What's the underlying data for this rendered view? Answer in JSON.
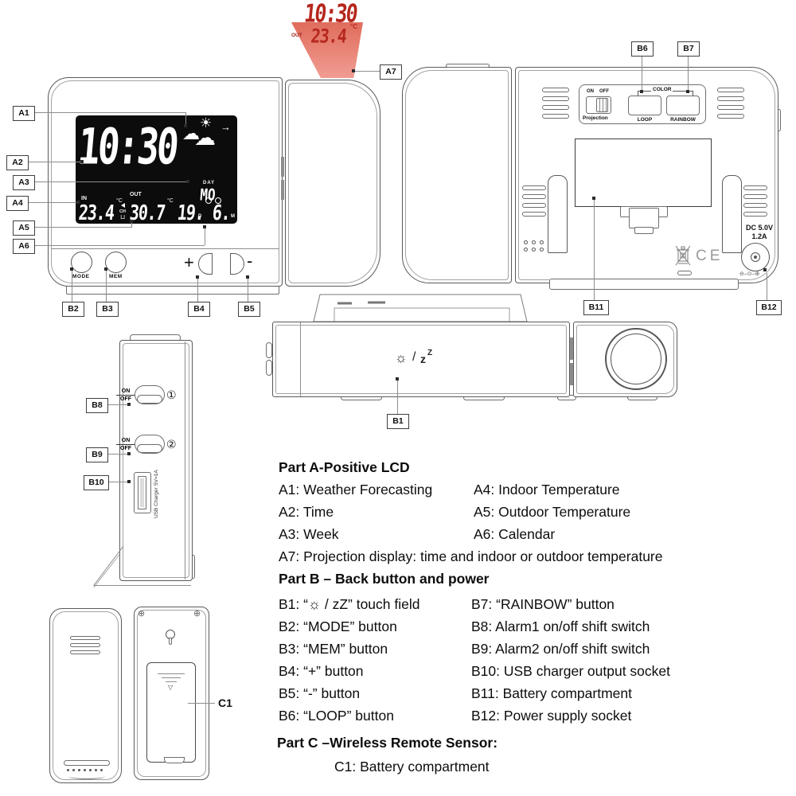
{
  "projection": {
    "time": "10:30",
    "out_label": "OUT",
    "temp": "23.4",
    "unit": "°C"
  },
  "lcd": {
    "time": "10:30",
    "day_label": "DAY",
    "weekday": "MO",
    "in_label": "IN",
    "in_temp": "23.4",
    "in_unit": "°C",
    "ch_label": "CH",
    "battery_icon": "⊔",
    "out_label": "OUT",
    "out_temp": "30.7",
    "out_unit": "°C",
    "date_day": "19.",
    "date_day_unit": "D",
    "date_month": "6.",
    "date_month_unit": "M"
  },
  "front_buttons": {
    "mode": "MODE",
    "mem": "MEM",
    "plus": "+",
    "minus": "-"
  },
  "back_panel": {
    "on": "ON",
    "off": "OFF",
    "projection_switch": "Projection",
    "color": "COLOR",
    "loop": "LOOP",
    "rainbow": "RAINBOW",
    "dc_volt": "DC 5.0V",
    "dc_amp": "1.2A",
    "ce_mark": "CE",
    "polarity": "⊖–⊙–⊕"
  },
  "side_panel": {
    "on": "ON",
    "off": "OFF",
    "alarm1": "①",
    "alarm2": "②",
    "usb_line1": "USB Charger",
    "usb_line2": "5V=1A"
  },
  "top_panel": {
    "light_icon": "☼",
    "separator": "/",
    "snooze": "z",
    "snooze_sup": "Z"
  },
  "callouts": {
    "A1": "A1",
    "A2": "A2",
    "A3": "A3",
    "A4": "A4",
    "A5": "A5",
    "A6": "A6",
    "A7": "A7",
    "B1": "B1",
    "B2": "B2",
    "B3": "B3",
    "B4": "B4",
    "B5": "B5",
    "B6": "B6",
    "B7": "B7",
    "B8": "B8",
    "B9": "B9",
    "B10": "B10",
    "B11": "B11",
    "B12": "B12",
    "C1": "C1"
  },
  "legend": {
    "part_a": {
      "title": "Part A-Positive LCD",
      "left": [
        "A1: Weather Forecasting",
        "A2: Time",
        "A3: Week"
      ],
      "right": [
        "A4: Indoor Temperature",
        "A5: Outdoor Temperature",
        "A6: Calendar"
      ],
      "full": "A7: Projection display: time and indoor or outdoor temperature"
    },
    "part_b": {
      "title": "Part B – Back button and power",
      "left": [
        "B1: “☼ / zZ” touch field",
        "B2: “MODE” button",
        "B3: “MEM” button",
        "B4: “+” button",
        "B5: “-” button",
        "B6: “LOOP” button"
      ],
      "right": [
        "B7: “RAINBOW” button",
        "B8: Alarm1 on/off shift switch",
        "B9: Alarm2 on/off shift switch",
        "B10: USB charger output socket",
        "B11: Battery compartment",
        "B12: Power supply socket"
      ]
    },
    "part_c": {
      "title": "Part C –Wireless Remote Sensor:",
      "item": "C1: Battery compartment"
    }
  }
}
